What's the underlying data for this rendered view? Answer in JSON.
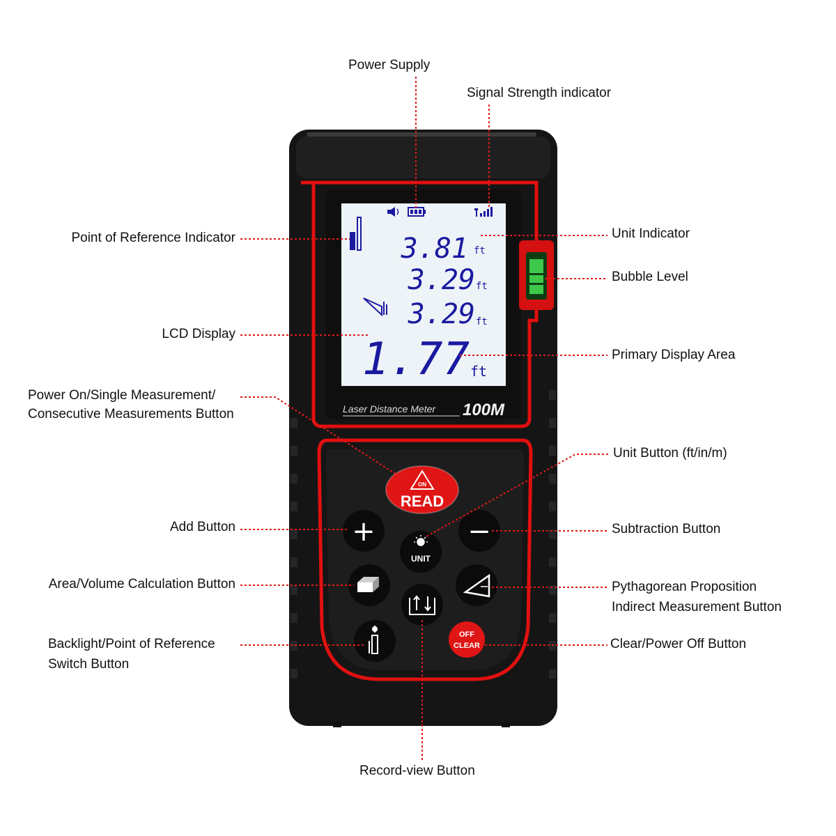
{
  "device": {
    "brand_strip": "Laser Distance Meter",
    "range_badge": "100M",
    "lcd": {
      "line1_value": "3.81",
      "line1_unit": "ft",
      "line2_value": "3.29",
      "line2_unit": "ft",
      "line3_value": "3.29",
      "line3_unit": "ft",
      "primary_value": "1.77",
      "primary_unit": "ft"
    },
    "buttons": {
      "read_top": "ON",
      "read_main": "READ",
      "unit": "UNIT",
      "off_top": "OFF",
      "off_bottom": "CLEAR",
      "add_glyph": "+",
      "subtract_glyph": "−"
    }
  },
  "callouts": {
    "power_supply": "Power Supply",
    "signal_strength": "Signal Strength indicator",
    "point_of_reference": "Point of Reference Indicator",
    "unit_indicator": "Unit Indicator",
    "bubble_level": "Bubble Level",
    "lcd_display": "LCD Display",
    "primary_display": "Primary Display Area",
    "power_on_line1": "Power On/Single Measurement/",
    "power_on_line2": "Consecutive Measurements Button",
    "unit_button": "Unit Button (ft/in/m)",
    "add_button": "Add Button",
    "subtraction_button": "Subtraction Button",
    "area_volume": "Area/Volume Calculation Button",
    "pythagorean_line1": "Pythagorean Proposition",
    "pythagorean_line2": "Indirect Measurement Button",
    "backlight_line1": "Backlight/Point of Reference",
    "backlight_line2": "Switch Button",
    "clear_power_off": "Clear/Power Off Button",
    "record_view": "Record-view Button"
  },
  "colors": {
    "body": "#141414",
    "trim": "#e01010",
    "lcd_bg": "#eef3f8",
    "lcd_text": "#1a1aa0",
    "leader": "#e01a1a",
    "bubble": "#3ec84a"
  },
  "icons": [
    "speaker-icon",
    "battery-icon",
    "signal-icon",
    "reference-icon",
    "pythagorean-icon",
    "area-icon",
    "record-icon",
    "backlight-icon",
    "bulb-icon",
    "warning-triangle-icon"
  ]
}
